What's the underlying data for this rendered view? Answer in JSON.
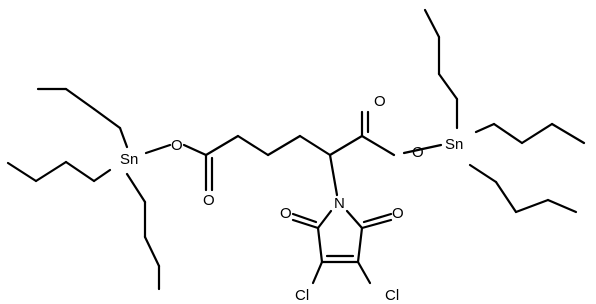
{
  "labels": {
    "tin_left": "Sn",
    "tin_right": "Sn",
    "ester_o_left": "O",
    "carbonyl_o_left": "O",
    "carbonyl_o_right": "O",
    "ester_o_right": "O",
    "nitrogen": "N",
    "imide_o_left": "O",
    "imide_o_right": "O",
    "chlorine_left": "Cl",
    "chlorine_right": "Cl"
  }
}
